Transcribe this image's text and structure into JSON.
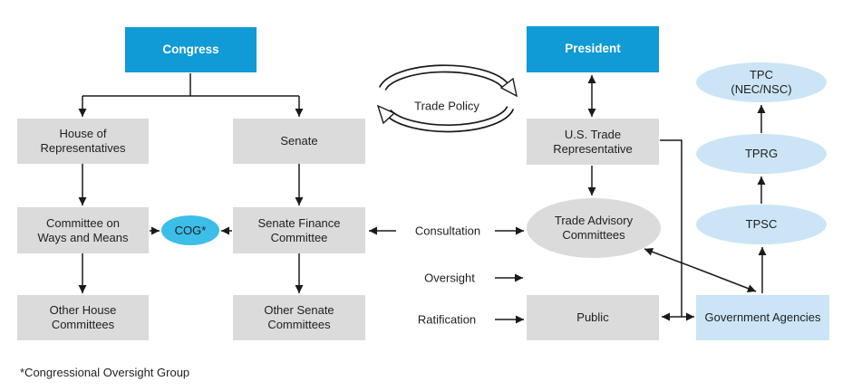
{
  "nodes": {
    "congress": "Congress",
    "president": "President",
    "house": "House of\nRepresentatives",
    "senate": "Senate",
    "ustr": "U.S. Trade\nRepresentative",
    "cwm": "Committee on\nWays and Means",
    "cog": "COG*",
    "sfc": "Senate Finance\nCommittee",
    "other_house": "Other House\nCommittees",
    "other_senate": "Other Senate\nCommittees",
    "tac": "Trade Advisory\nCommittees",
    "public": "Public",
    "gov_agencies": "Government Agencies",
    "tpc": "TPC\n(NEC/NSC)",
    "tprg": "TPRG",
    "tpsc": "TPSC"
  },
  "labels": {
    "trade_policy": "Trade Policy",
    "consultation": "Consultation",
    "oversight": "Oversight",
    "ratification": "Ratification",
    "footnote": "*Congressional Oversight Group"
  },
  "colors": {
    "brand_blue": "#109ad6",
    "cog_blue": "#3cbee8",
    "light_blue": "#cbe5f6",
    "box_gray": "#dbdbdb",
    "line_black": "#1a1a1a"
  }
}
